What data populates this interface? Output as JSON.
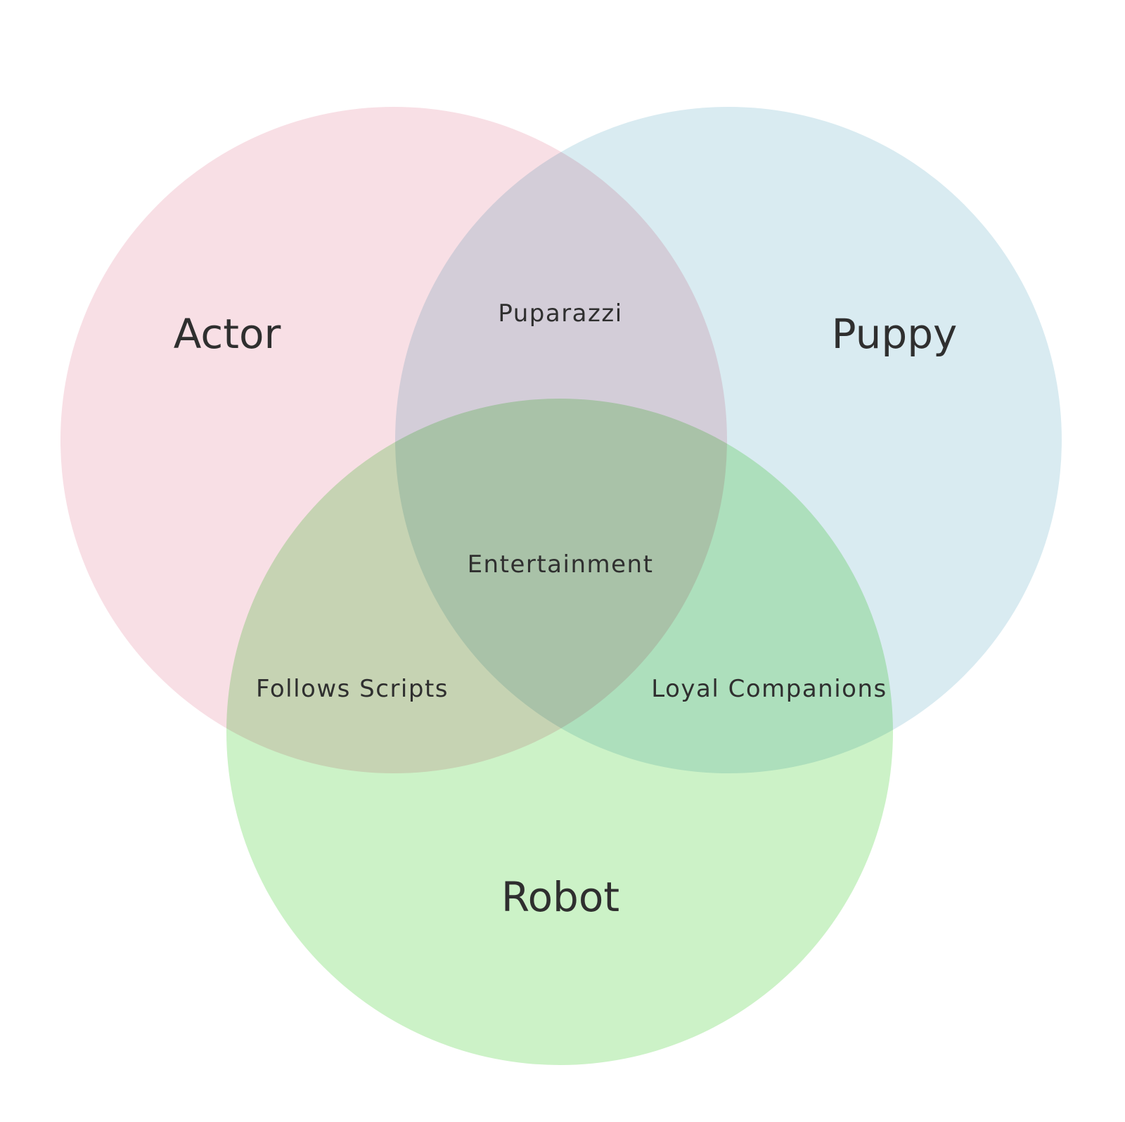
{
  "diagram": {
    "sets": [
      {
        "id": "actor",
        "label": "Actor",
        "color": "#f8dfe5"
      },
      {
        "id": "puppy",
        "label": "Puppy",
        "color": "#d9ebf1"
      },
      {
        "id": "robot",
        "label": "Robot",
        "color": "#ccf2c7"
      }
    ],
    "intersections": {
      "actor_puppy": "Puparazzi",
      "actor_robot": "Follows Scripts",
      "puppy_robot": "Loyal Companions",
      "all": "Entertainment"
    }
  }
}
